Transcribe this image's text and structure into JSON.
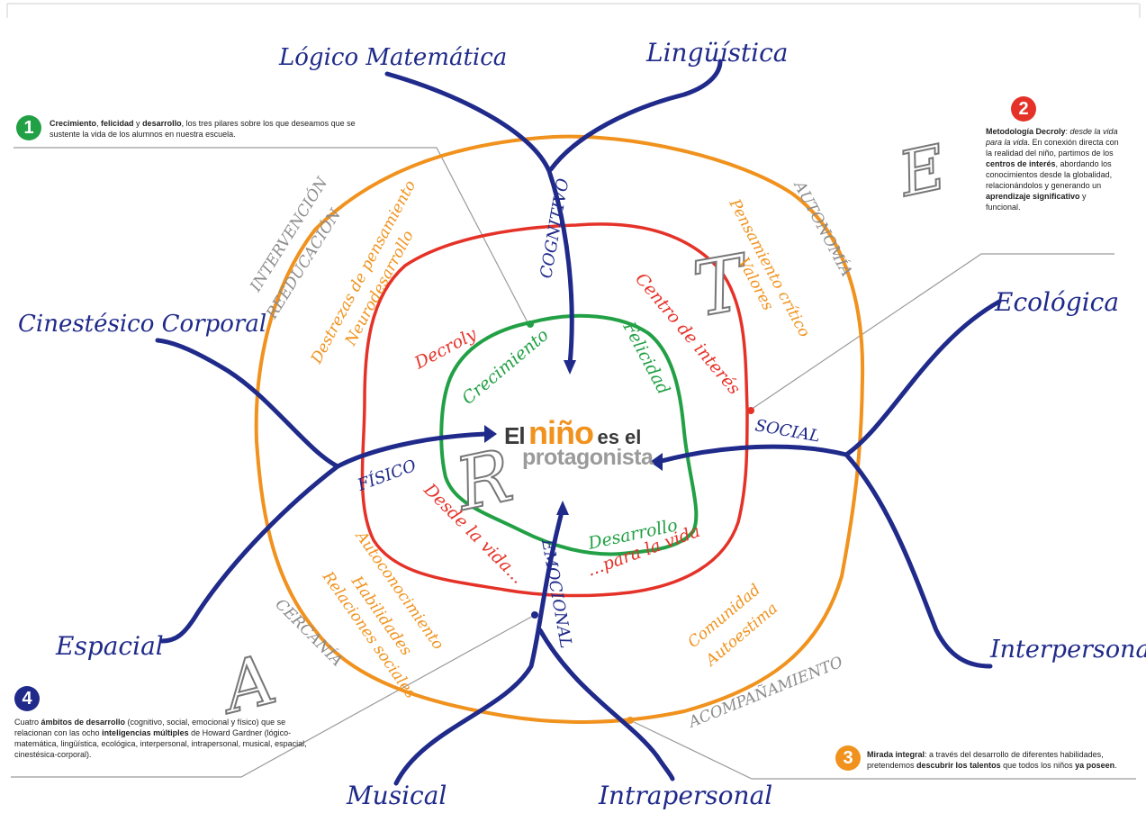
{
  "colors": {
    "blue": "#1f2a8a",
    "orange": "#f0921d",
    "red": "#e53228",
    "green": "#22a045",
    "gray": "#8c8c8c"
  },
  "intelligences": {
    "logico": "Lógico Matemática",
    "linguistica": "Lingüística",
    "ecologica": "Ecológica",
    "interpersonal": "Interpersonal",
    "intrapersonal": "Intrapersonal",
    "musical": "Musical",
    "espacial": "Espacial",
    "cinestesico": "Cinestésico Corporal"
  },
  "ambitos": {
    "cognitivo": "COGNITIVO",
    "social": "SOCIAL",
    "emocional": "EMOCIONAL",
    "fisico": "FÍSICO"
  },
  "core": {
    "crecimiento": "Crecimiento",
    "felicidad": "Felicidad",
    "desarrollo": "Desarrollo"
  },
  "red_ring": {
    "decroly": "Decroly",
    "centro": "Centro de interés",
    "desde": "Desde la vida...",
    "para": "...para la vida"
  },
  "orange_ring": {
    "destrezas": "Destrezas de pensamiento",
    "neuro": "Neurodesarrollo",
    "pensamiento": "Pensamiento crítico",
    "valores": "Valores",
    "autoconocimiento": "Autoconocimiento",
    "habilidades": "Habilidades",
    "relaciones": "Relaciones sociales",
    "comunidad": "Comunidad",
    "autoestima": "Autoestima"
  },
  "outer_gray": {
    "intervencion": "INTERVENCIÓN",
    "reeducacion": "REEDUCACIÓN",
    "autonomia": "AUTONOMÍA",
    "cercania": "CERCANÍA",
    "acompanamiento": "ACOMPAÑAMIENTO"
  },
  "letters": {
    "r": "R",
    "t": "T",
    "e": "E",
    "a": "A"
  },
  "center": {
    "el": "El",
    "nino": "niño",
    "es_el": "es el",
    "protagonista": "protagonista"
  },
  "notes": {
    "n1": {
      "num": "1",
      "b1": "Crecimiento",
      "t1": ", ",
      "b2": "felicidad",
      "t2": " y ",
      "b3": "desarrollo",
      "t3": ", los tres pilares sobre los que deseamos que se sustente la vida de los alumnos en nuestra escuela."
    },
    "n2": {
      "num": "2",
      "b1": "Metodología Decroly",
      "t1": ": ",
      "i1": "desde la vida para la vida",
      "t2": ". En conexión directa con la realidad del niño, partimos de los ",
      "b2": "centros de interés",
      "t3": ", abordando los conocimientos desde la globalidad, relacionándolos y generando un ",
      "b3": "aprendizaje significativo",
      "t4": " y funcional."
    },
    "n3": {
      "num": "3",
      "b1": "Mirada integral",
      "t1": ": a través del desarrollo de diferentes habilidades, pretendemos ",
      "b2": "descubrir los talentos",
      "t2": " que todos los niños ",
      "b3": "ya poseen",
      "t3": "."
    },
    "n4": {
      "num": "4",
      "t0": "Cuatro ",
      "b1": "ámbitos de desarrollo",
      "t1": " (cognitivo, social, emocional y físico) que se relacionan con las ocho ",
      "b2": "inteligencias múltiples",
      "t2": " de Howard Gardner (lógico-matemática, lingüística, ecológica, interpersonal, intrapersonal, musical, espacial, cinestésica-corporal)."
    }
  }
}
